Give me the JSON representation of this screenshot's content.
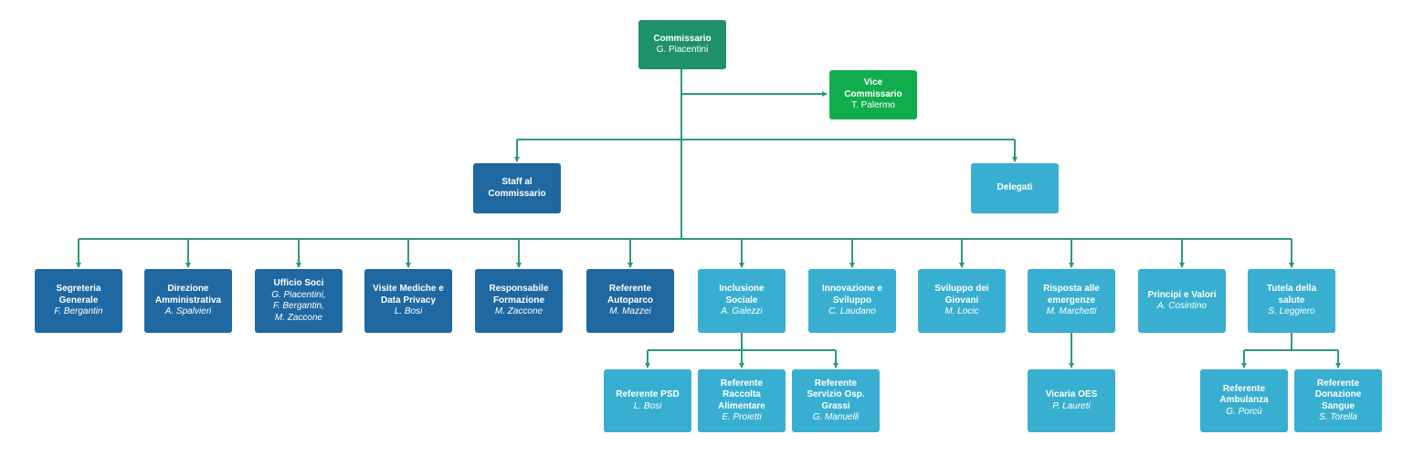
{
  "org_chart": {
    "commissario": {
      "title": "Commissario",
      "person": "G. Piacentini"
    },
    "vice": {
      "title": "Vice\nCommissario",
      "person": "T. Palermo"
    },
    "staff": {
      "title": "Staff al\nCommissario"
    },
    "delegati": {
      "title": "Delegati"
    },
    "units": [
      {
        "title": "Segreteria\nGenerale",
        "person": "F. Bergantin"
      },
      {
        "title": "Direzione\nAmministrativa",
        "person": "A. Spalvieri"
      },
      {
        "title": "Ufficio Soci",
        "person": "G. Piacentini,\nF. Bergantin,\nM. Zaccone"
      },
      {
        "title": "Visite Mediche e\nData Privacy",
        "person": "L. Bosi"
      },
      {
        "title": "Responsabile\nFormazione",
        "person": "M. Zaccone"
      },
      {
        "title": "Referente\nAutoparco",
        "person": "M. Mazzei"
      },
      {
        "title": "Inclusione\nSociale",
        "person": "A. Galezzi"
      },
      {
        "title": "Innovazione e\nSviluppo",
        "person": "C. Laudano"
      },
      {
        "title": "Sviluppo dei\nGiovani",
        "person": "M. Locic"
      },
      {
        "title": "Risposta alle\nemergenze",
        "person": "M. Marchetti"
      },
      {
        "title": "Principi e Valori",
        "person": "A. Cosintino"
      },
      {
        "title": "Tutela della\nsalute",
        "person": "S. Leggiero"
      }
    ],
    "inclusione_children": [
      {
        "title": "Referente PSD",
        "person": "L. Bosi"
      },
      {
        "title": "Referente\nRaccolta\nAlimentare",
        "person": "E. Proietti"
      },
      {
        "title": "Referente\nServizio Osp.\nGrassi",
        "person": "G. Manuelli"
      }
    ],
    "emergenze_children": [
      {
        "title": "Vicaria OES",
        "person": "P. Laureti"
      }
    ],
    "salute_children": [
      {
        "title": "Referente\nAmbulanza",
        "person": "G. Porcù"
      },
      {
        "title": "Referente\nDonazione\nSangue",
        "person": "S. Torella"
      }
    ],
    "colors": {
      "commissario": "#1e9168",
      "vice": "#11ad4d",
      "dark_blue": "#1f68a2",
      "light_blue": "#38afd0",
      "connector": "#2e9a78"
    }
  }
}
